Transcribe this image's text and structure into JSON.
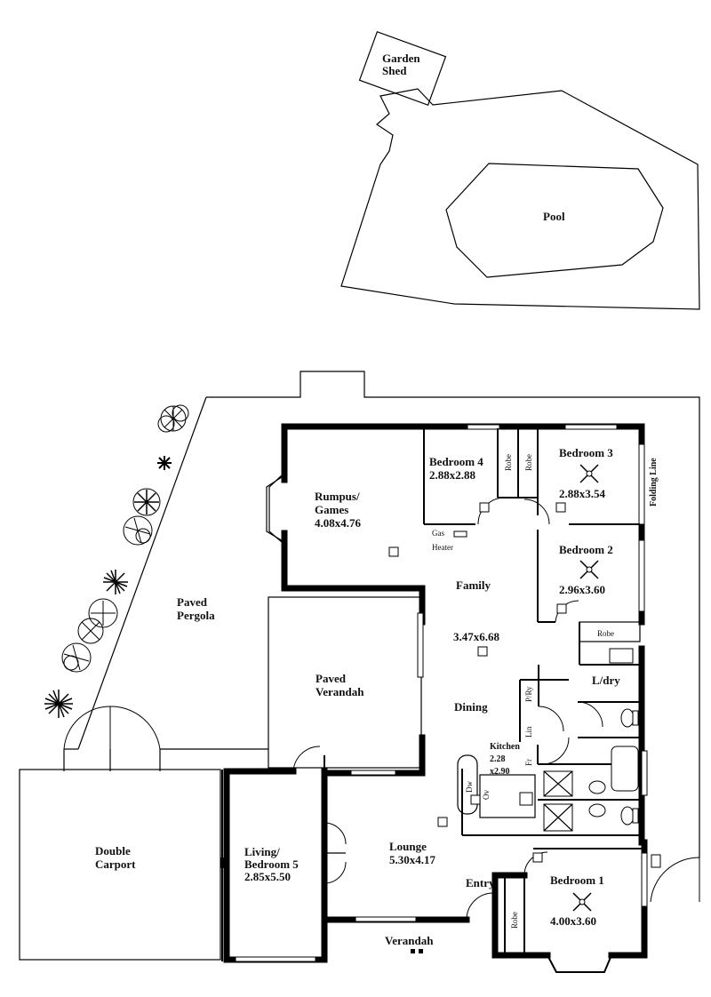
{
  "site": {
    "garden_shed": [
      "Garden",
      "Shed"
    ],
    "pool": "Pool",
    "paved_pergola": [
      "Paved",
      "Pergola"
    ],
    "paved_verandah": [
      "Paved",
      "Verandah"
    ],
    "double_carport": [
      "Double",
      "Carport"
    ],
    "verandah": "Verandah",
    "folding_line": "Folding Line"
  },
  "rooms": {
    "rumpus": {
      "name": [
        "Rumpus/",
        "Games"
      ],
      "size": "4.08x4.76"
    },
    "bedroom4": {
      "name": "Bedroom 4",
      "size": "2.88x2.88"
    },
    "bedroom3": {
      "name": "Bedroom 3",
      "size": "2.88x3.54"
    },
    "bedroom2": {
      "name": "Bedroom 2",
      "size": "2.96x3.60"
    },
    "family": {
      "name": "Family",
      "size": "3.47x6.68"
    },
    "dining": "Dining",
    "laundry": "L/dry",
    "kitchen": {
      "name": "Kitchen",
      "size": [
        "2.28",
        "x2.90"
      ]
    },
    "lounge": {
      "name": "Lounge",
      "size": "5.30x4.17"
    },
    "living": {
      "name": [
        "Living/",
        "Bedroom 5"
      ],
      "size": "2.85x5.50"
    },
    "entry": "Entry",
    "bedroom1": {
      "name": "Bedroom 1",
      "size": "4.00x3.60"
    }
  },
  "fixtures": {
    "robe": "Robe",
    "gas_heater": [
      "Gas",
      "Heater"
    ],
    "pantry": "P/Ry",
    "linen": "Lin",
    "fridge": "Fr",
    "dishwasher": "Dw",
    "oven": "Ov"
  }
}
